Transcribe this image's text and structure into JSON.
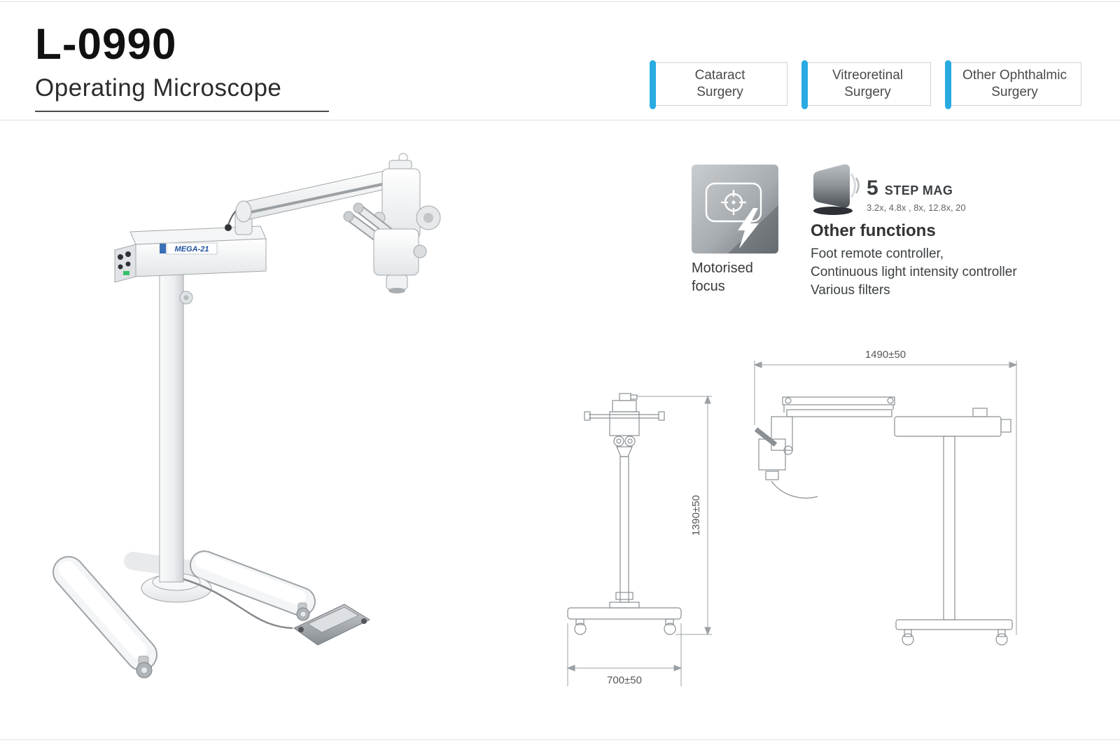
{
  "header": {
    "model": "L-0990",
    "subtitle": "Operating Microscope",
    "tags": [
      {
        "line1": "Cataract",
        "line2": "Surgery"
      },
      {
        "line1": "Vitreoretinal",
        "line2": "Surgery"
      },
      {
        "line1": "Other Ophthalmic",
        "line2": "Surgery"
      }
    ]
  },
  "features": {
    "motorised_focus": {
      "line1": "Motorised",
      "line2": "focus"
    },
    "step_mag": {
      "number": "5",
      "label": "STEP MAG",
      "values": "3.2x, 4.8x , 8x, 12.8x, 20"
    },
    "other_functions": {
      "title": "Other functions",
      "items": [
        "Foot remote controller,",
        "Continuous light intensity controller",
        "Various filters"
      ]
    }
  },
  "product": {
    "brand_label": "MEGA-21"
  },
  "drawings": {
    "arm_span": "1490±50",
    "height": "1390±50",
    "base_width": "700±50"
  },
  "colors": {
    "accent": "#29abe2",
    "heading": "#111111",
    "body_text": "#3c4043",
    "drawing_lines": "#8a9094"
  }
}
